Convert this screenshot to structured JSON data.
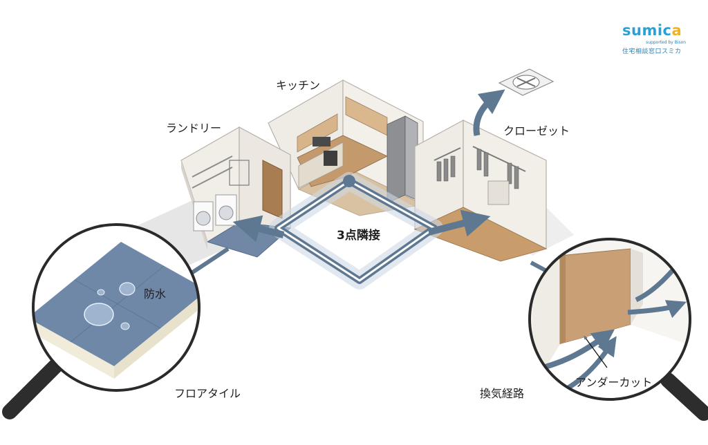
{
  "labels": {
    "laundry": "ランドリー",
    "kitchen": "キッチン",
    "closet": "クローゼット",
    "adjacency": "3点隣接",
    "waterproof": "防水",
    "floor_tile": "フロアタイル",
    "undercut": "アンダーカット",
    "vent_path": "換気経路"
  },
  "logo": {
    "word_main": "sumic",
    "word_tail": "a",
    "supported": "supported by Bison",
    "tagline": "住宅相談窓口スミカ"
  },
  "colors": {
    "arrow_blue": "#5f7891",
    "floor_blue": "#6f88a8",
    "wood": "#c99c6b",
    "wall": "#eeeae4",
    "logo_blue": "#2a9fd8",
    "logo_yellow": "#f2b21e"
  }
}
